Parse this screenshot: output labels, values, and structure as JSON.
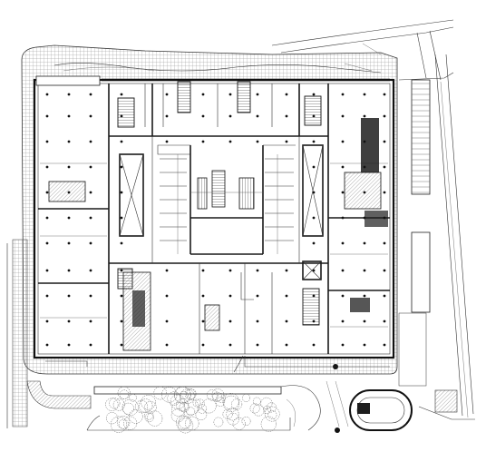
{
  "drawing": {
    "kind": "architectural-floor-plan",
    "text_labels": []
  },
  "colors": {
    "background": "#ffffff",
    "linework": "#1a1a1a",
    "hatch": "#888888",
    "fill_dark": "#1d1d1d"
  },
  "icons": [
    "stair-symbol",
    "escalator-symbol",
    "elevator-core-symbol",
    "column-dot",
    "tree-cluster",
    "parking-stalls"
  ]
}
